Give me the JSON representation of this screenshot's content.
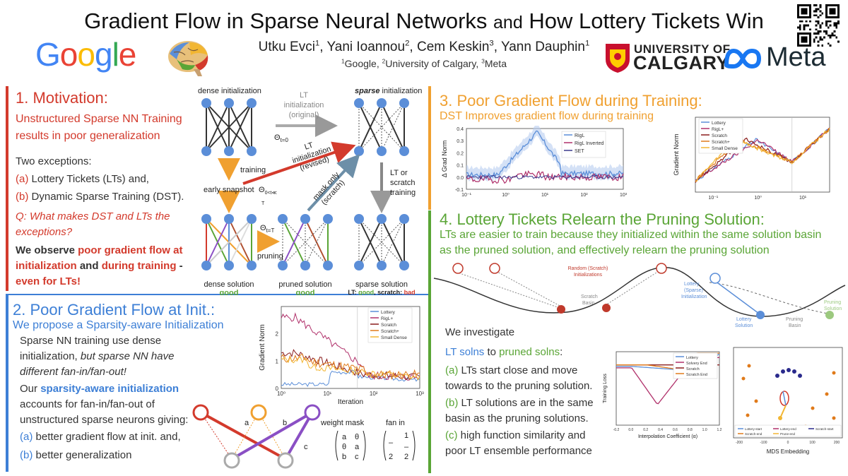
{
  "header": {
    "title_a": "Gradient Flow in Sparse Neural Networks",
    "title_and": "and",
    "title_b": "How Lottery Tickets Win",
    "authors": [
      {
        "name": "Utku Evci",
        "sup": "1"
      },
      {
        "name": "Yani Ioannou",
        "sup": "2"
      },
      {
        "name": "Cem Keskin",
        "sup": "3"
      },
      {
        "name": "Yann Dauphin",
        "sup": "1"
      }
    ],
    "affiliations": [
      {
        "sup": "1",
        "name": "Google"
      },
      {
        "sup": "2",
        "name": "University of Calgary"
      },
      {
        "sup": "3",
        "name": "Meta"
      }
    ],
    "logo_google": "Google",
    "logo_calgary_1": "UNIVERSITY OF",
    "logo_calgary_2": "CALGARY",
    "logo_meta": "Meta"
  },
  "colors": {
    "red": "#d33a2c",
    "blue": "#3d7fd6",
    "orange": "#f0a030",
    "green": "#5aa536"
  },
  "sec1": {
    "title": "1. Motivation:",
    "subtitle_1": "Unstructured Sparse NN Training",
    "subtitle_2": "results in poor generalization",
    "two_exceptions": "Two exceptions:",
    "item_a_label": "(a)",
    "item_a_text": "Lottery Tickets (LTs) and,",
    "item_b_label": "(b)",
    "item_b_text": "Dynamic Sparse Training (DST).",
    "question_1": "Q: What makes DST and LTs the",
    "question_2": "exceptions?",
    "obs_1a": "We observe ",
    "obs_1b": "poor gradient flow at",
    "obs_2a": "initialization",
    "obs_2b": " and ",
    "obs_2c": "during training",
    "obs_2d": " -",
    "obs_3": "even for LTs!"
  },
  "diagram1": {
    "dense_init": "dense initialization",
    "sparse_init_a": "sparse",
    "sparse_init_b": " initialization",
    "lt_init_orig_1": "LT",
    "lt_init_orig_2": "initialization",
    "lt_init_orig_3": "(original)",
    "theta_t0": "Θt=0",
    "training": "training",
    "early_snapshot": "early snapshot",
    "theta_mid": "Θ0<t≪T",
    "lt_revised_1": "LT",
    "lt_revised_2": "initialization",
    "lt_revised_3": "(revised)",
    "mask_only_1": "mask only",
    "mask_only_2": "(scratch)",
    "lt_or_1": "LT or",
    "lt_or_2": "scratch",
    "lt_or_3": "training",
    "theta_T": "Θt=T",
    "pruning": "pruning",
    "dense_solution": "dense solution",
    "pruned_solution": "pruned solution",
    "sparse_solution": "sparse solution",
    "good1": "good",
    "good2": "good",
    "lt_good_a": "LT: ",
    "lt_good_b": "good",
    "lt_good_c": ", scratch: ",
    "lt_good_d": "bad"
  },
  "sec2": {
    "title": "2. Poor Gradient Flow at Init.:",
    "subtitle": "We propose a Sparsity-aware Initialization",
    "p1_1": "Sparse NN training use dense",
    "p1_2a": "initialization, ",
    "p1_2b": "but sparse NN have",
    "p1_3": "different fan-in/fan-out!",
    "p2_1a": "Our ",
    "p2_1b": "sparsity-aware initialization",
    "p2_2": "accounts for fan-in/fan-out of",
    "p2_3": "unstructured sparse neurons giving:",
    "item_a_label": "(a)",
    "item_a_text": "better gradient flow at init. and,",
    "item_b_label": "(b)",
    "item_b_text": "better generalization",
    "weight_mask": "weight mask",
    "fan_in": "fan in",
    "edge_a": "a",
    "edge_b": "b",
    "edge_c": "c"
  },
  "sec3": {
    "title": "3. Poor Gradient Flow during Training:",
    "subtitle": "DST Improves gradient flow during training"
  },
  "sec4": {
    "title": "4. Lottery Tickets Relearn the Pruning Solution:",
    "subtitle_1": "LTs are easier to train because they initialized within the same solution basin",
    "subtitle_2": "as the pruned solution, and effectively relearn the pruning solution",
    "investigate": "We investigate",
    "lt_solns": "LT solns",
    "to": " to ",
    "pruned_solns": "pruned solns",
    "colon": ":",
    "item_a_label": "(a)",
    "item_a_1": "LTs start close and move",
    "item_a_2": "towards to the pruning solution.",
    "item_b_label": "(b)",
    "item_b_1": "LT solutions are in the same",
    "item_b_2": "basin as the pruning solutions.",
    "item_c_label": "(c)",
    "item_c_1": "high function similarity and",
    "item_c_2": "poor LT ensemble performance",
    "landscape": {
      "random_1": "Random (Scratch)",
      "random_2": "Initializations",
      "scratch_1": "Scratch",
      "scratch_2": "Basin",
      "lottery_init_1": "Lottery",
      "lottery_init_2": "(Sparse)",
      "lottery_init_3": "Initialization",
      "lottery_sol_1": "Lottery",
      "lottery_sol_2": "Solution",
      "pruning_basin_1": "Pruning",
      "pruning_basin_2": "Basin",
      "pruning_sol_1": "Pruning",
      "pruning_sol_2": "Solution"
    }
  },
  "chart_data": [
    {
      "type": "line",
      "id": "sec2-grad-norm",
      "xlabel": "Iteration",
      "ylabel": "Gradient Norm",
      "xscale": "log",
      "xticks": [
        "10⁰",
        "10¹",
        "10²",
        "10³"
      ],
      "ylim": [
        0,
        3
      ],
      "yticks": [
        "0",
        "1",
        "2"
      ],
      "legend": [
        "Lottery",
        "RigL+",
        "Scratch",
        "Scratch+",
        "Small Dense"
      ],
      "legend_colors": [
        "#5b8ed8",
        "#b0306a",
        "#8a1c1c",
        "#e07a1a",
        "#f2b632"
      ]
    },
    {
      "type": "line",
      "id": "sec3-delta-grad-norm",
      "xlabel": "",
      "ylabel": "Δ Grad Norm",
      "xscale": "log",
      "xticks": [
        "10⁻¹",
        "10⁰",
        "10¹",
        "10²",
        "10³"
      ],
      "ylim": [
        -0.1,
        0.4
      ],
      "yticks": [
        "-0.1",
        "0.0",
        "0.1",
        "0.2",
        "0.3",
        "0.4"
      ],
      "legend": [
        "RigL",
        "RigL Inverted",
        "SET"
      ],
      "legend_colors": [
        "#5b8ed8",
        "#b0306a",
        "#3a3a8c"
      ]
    },
    {
      "type": "line",
      "id": "sec3-grad-norm",
      "xlabel": "",
      "ylabel": "Gradient Norm",
      "xscale": "log",
      "xticks": [
        "10⁻¹",
        "10⁰",
        "10¹"
      ],
      "legend": [
        "Lottery",
        "RigL+",
        "Scratch",
        "Scratch+",
        "Small Dense"
      ],
      "legend_colors": [
        "#5b8ed8",
        "#b0306a",
        "#8a1c1c",
        "#e07a1a",
        "#f2b632"
      ]
    },
    {
      "type": "line",
      "id": "sec4-interpolation",
      "xlabel": "Interpolation Coefficient (α)",
      "ylabel": "Training Loss",
      "legend": [
        "Lottery",
        "Solvery End",
        "Scratch",
        "Scratch End"
      ],
      "legend_colors": [
        "#5b8ed8",
        "#b0306a",
        "#8a1c1c",
        "#e07a1a"
      ]
    },
    {
      "type": "scatter",
      "id": "sec4-mds",
      "xlabel": "MDS Embedding",
      "xticks": [
        "-200",
        "-100",
        "0",
        "100",
        "200"
      ],
      "legend": [
        "Lottery-start",
        "Lottery-end",
        "Scratch-start",
        "Scratch-end",
        "Prune-end"
      ],
      "legend_colors": [
        "#5b8ed8",
        "#b0306a",
        "#2a2a8c",
        "#e07a1a",
        "#f2b632"
      ]
    }
  ]
}
